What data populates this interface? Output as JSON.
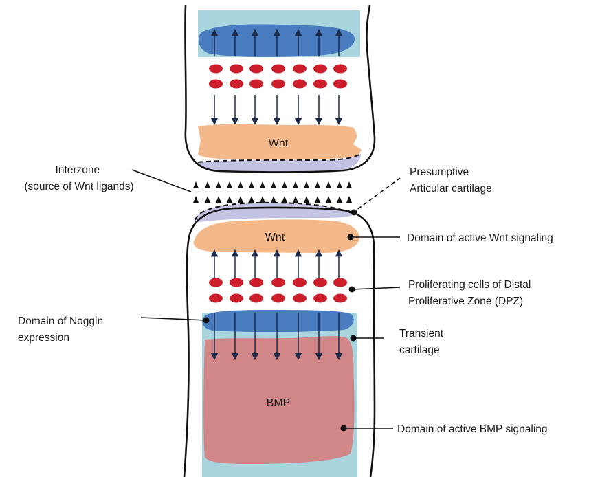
{
  "regions": {
    "wnt_upper": "Wnt",
    "wnt_lower": "Wnt",
    "bmp": "BMP"
  },
  "labels": {
    "interzone_line1": "Interzone",
    "interzone_line2": "(source of Wnt ligands)",
    "presumptive_line1": "Presumptive",
    "presumptive_line2": "Articular cartilage",
    "wnt_domain": "Domain of active Wnt signaling",
    "proliferating_line1": "Proliferating cells of Distal",
    "proliferating_line2": "Proliferative Zone (DPZ)",
    "noggin_line1": "Domain of Noggin",
    "noggin_line2": "expression",
    "transient_line1": "Transient",
    "transient_line2": "cartilage",
    "bmp_domain": "Domain of active BMP signaling"
  },
  "colors": {
    "light_blue": "#a9d5df",
    "noggin_blue": "#4a7cc0",
    "wnt_orange": "#f4b98a",
    "bmp_red": "#d18787",
    "cell_red": "#cc1f2b",
    "arrow_navy": "#1c2a4a",
    "articular_lavender": "#c5c3e3"
  }
}
